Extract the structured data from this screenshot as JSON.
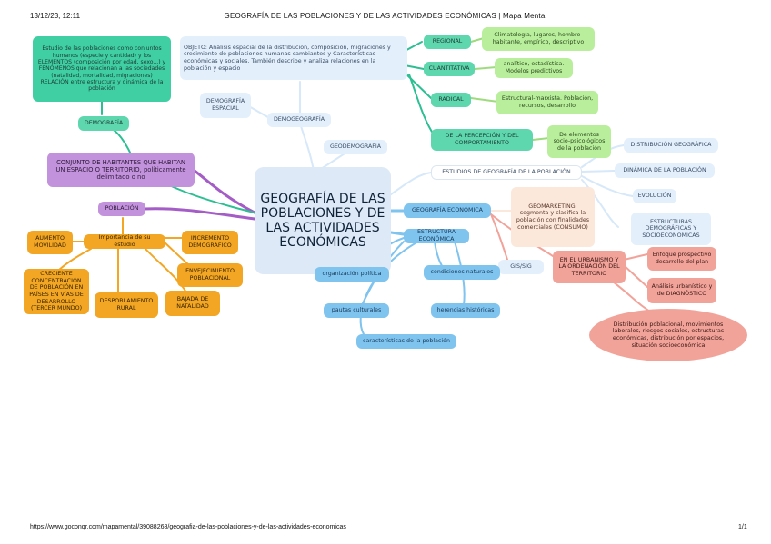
{
  "header": {
    "datetime": "13/12/23, 12:11",
    "title": "GEOGRAFÍA DE LAS POBLACIONES Y DE LAS ACTIVIDADES ECONÓMICAS | Mapa Mental"
  },
  "footer": {
    "url": "https://www.goconqr.com/mapamental/39088268/geografia-de-las-poblaciones-y-de-las-actividades-economicas",
    "page": "1/1"
  },
  "colors": {
    "teal": "#3fcfa2",
    "green": "#b9ef9c",
    "light_blue": "#e3effb",
    "mid_blue": "#7fc3ef",
    "orange": "#f2a623",
    "purple": "#c392dc",
    "peach": "#fce7db",
    "salmon": "#f1a39a",
    "central": "#dde9f6",
    "link_purple": "#a45cc6",
    "link_teal": "#2dbf92",
    "link_blue": "#7fc3ef",
    "link_orange": "#f2a623",
    "link_green": "#9edb7e"
  },
  "map": {
    "central": "GEOGRAFÍA DE LAS POBLACIONES Y DE LAS ACTIVIDADES ECONÓMICAS",
    "estudio_poblaciones": "Estudio de las poblaciones como conjuntos humanos (especie y cantidad) y los ELEMENTOS (composición por edad, sexo...) y FENÓMENOS que relacionan a las sociedades (natalidad, mortalidad, migraciones) RELACIÓN entre estructura y dinámica de la población",
    "demografia": "DEMOGRAFÍA",
    "conjunto_habitantes": "CONJUNTO DE HABITANTES QUE HABITAN UN ESPACIO O TERRITORIO, políticamente delimitado o no",
    "poblacion": "POBLACIÓN",
    "importancia_estudio": "Importancia de su estudio",
    "aumento_movilidad": "AUMENTO MOVILIDAD",
    "creciente_concentracion": "CRECIENTE CONCENTRACIÓN DE POBLACIÓN EN PAÍSES EN VÍAS DE DESARROLLO (TERCER MUNDO)",
    "despoblamiento_rural": "DESPOBLAMIENTO RURAL",
    "bajada_natalidad": "BAJADA DE NATALIDAD",
    "envejecimiento": "ENVEJECIMIENTO POBLACIONAL",
    "incremento_demografico": "INCREMENTO DEMOGRÁFICO",
    "objeto": "OBJETO: Análisis espacial de la distribución, composición, migraciones y crecimiento de poblaciones humanas cambiantes y Características económicas y sociales. También describe y analiza relaciones en la población y espacio",
    "demografia_espacial": "DEMOGRAFÍA ESPACIAL",
    "demogeografia": "DEMOGEOGRAFÍA",
    "geodemografia": "GEODEMOGRAFÍA",
    "regional": "REGIONAL",
    "regional_desc": "Climatología, lugares, hombre-habitante, empírico, descriptivo",
    "cuantitativa": "CUANTITATIVA",
    "cuantitativa_desc": "analítico, estadística. Modelos predictivos",
    "radical": "RADICAL",
    "radical_desc": "Estructural-marxista. Población, recursos, desarrollo",
    "percepcion": "DE LA PERCEPCIÓN Y DEL COMPORTAMIENTO",
    "percepcion_desc": "De elementos socio-psicológicos de la población",
    "estudios_geografia": "ESTUDIOS DE GEOGRAFÍA DE LA POBLACIÓN",
    "distribucion": "DISTRIBUCIÓN GEOGRÁFICA",
    "dinamica": "DINÁMICA DE LA POBLACIÓN",
    "evolucion": "EVOLUCIÓN",
    "estructuras": "ESTRUCTURAS DEMOGRÁFICAS Y SOCIOECONÓMICAS",
    "geografia_economica": "GEOGRAFÍA ECONÓMICA",
    "geomarketing": "GEOMARKETING: segmenta y clasifica la población con finalidades comerciales (CONSUMO)",
    "gis": "GIS/SIG",
    "urbanismo": "EN EL URBANISMO Y LA ORDENACIÓN DEL TERRITORIO",
    "enfoque_prospectivo": "Enfoque prospectivo desarrollo del plan",
    "analisis_urbanistico": "Análisis urbanístico y de DIAGNÓSTICO",
    "bubble_text": "Distribución poblacional, movimientos laborales, riesgos sociales, estructuras económicas, distribución por espacios, situación socioeconómica",
    "estructura_economica": "ESTRUCTURA ECONÓMICA",
    "organizacion_politica": "organización política",
    "condiciones_naturales": "condiciones naturales",
    "pautas_culturales": "pautas culturales",
    "herencias_historicas": "herencias históricas",
    "caracteristicas_poblacion": "características de la población"
  }
}
